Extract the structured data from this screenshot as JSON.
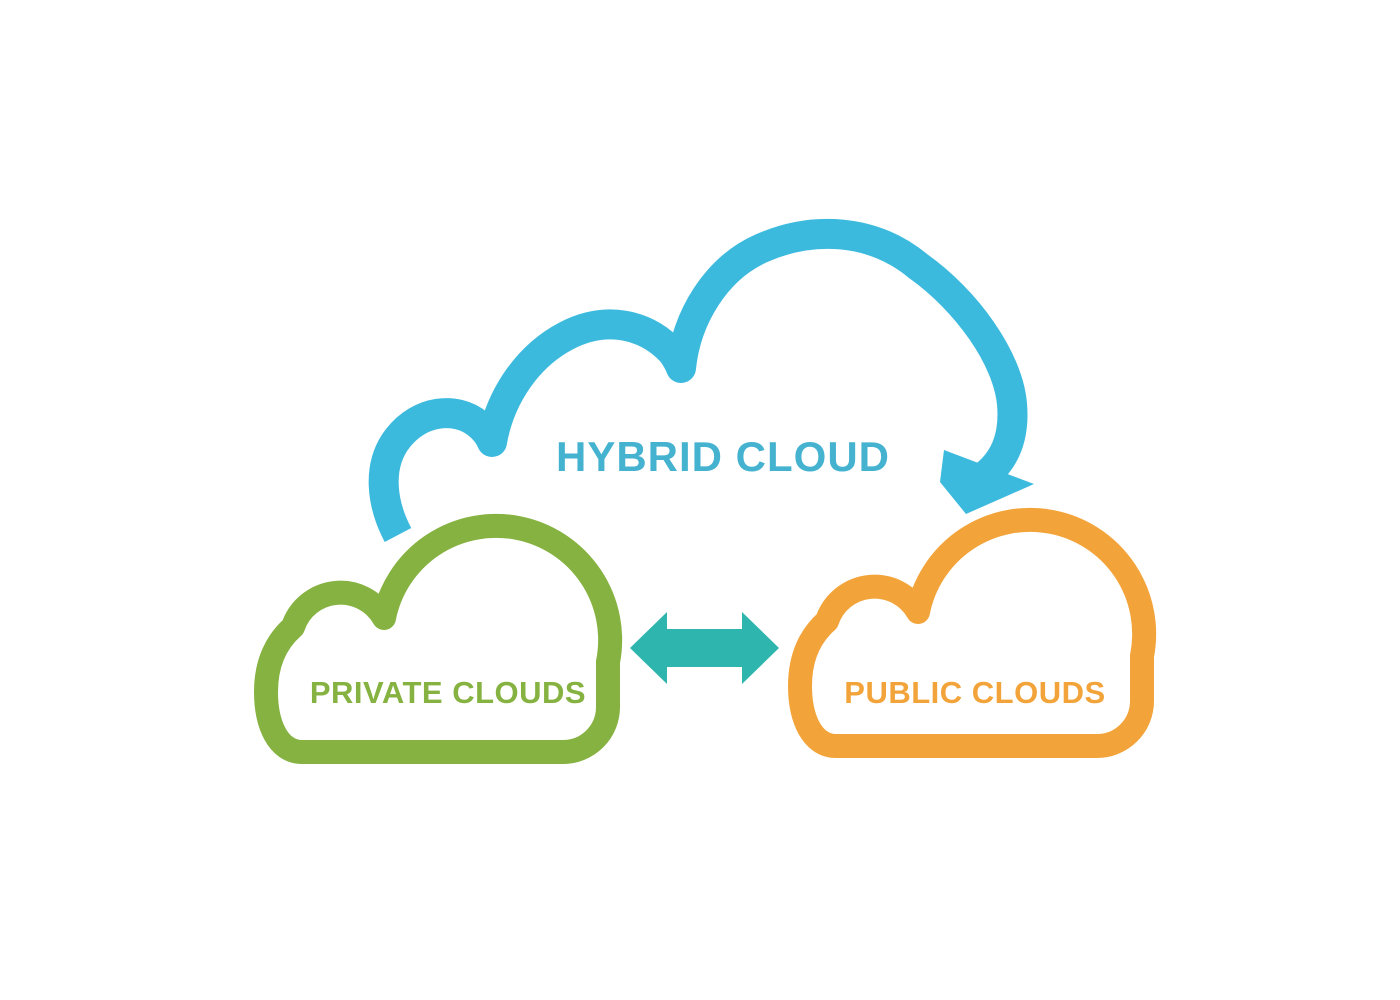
{
  "diagram": {
    "title": "HYBRID CLOUD",
    "type": "cloud-architecture-diagram",
    "labels": {
      "hybrid": "HYBRID CLOUD",
      "private": "PRIVATE CLOUDS",
      "public": "PUBLIC CLOUDS"
    },
    "nodes": [
      {
        "id": "hybrid-cloud",
        "label": "HYBRID CLOUD",
        "role": "container cloud outline"
      },
      {
        "id": "private-clouds",
        "label": "PRIVATE CLOUDS",
        "role": "left cloud outline"
      },
      {
        "id": "public-clouds",
        "label": "PUBLIC CLOUDS",
        "role": "right cloud outline"
      }
    ],
    "connector": {
      "from": "PRIVATE CLOUDS",
      "to": "PUBLIC CLOUDS",
      "style": "double-headed horizontal arrow"
    },
    "colors": {
      "hybrid_stroke": "#3cbade",
      "hybrid_text": "#45b2d0",
      "private": "#85b240",
      "public": "#f2a43a",
      "arrow": "#2eb6ae",
      "background": "#ffffff"
    }
  }
}
